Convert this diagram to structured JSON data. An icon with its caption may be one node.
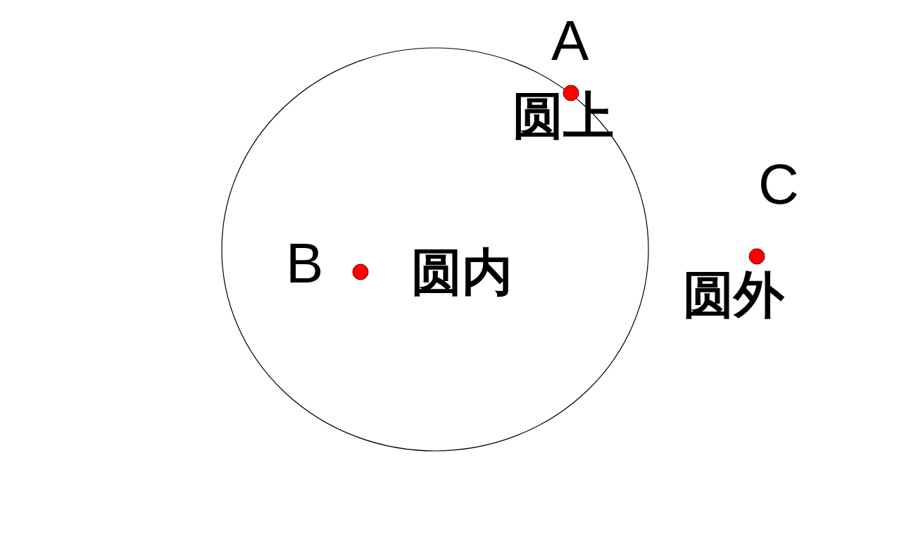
{
  "diagram": {
    "labels": [
      "A",
      "圆上",
      "C",
      "B",
      "圆内",
      "圆外"
    ]
  }
}
